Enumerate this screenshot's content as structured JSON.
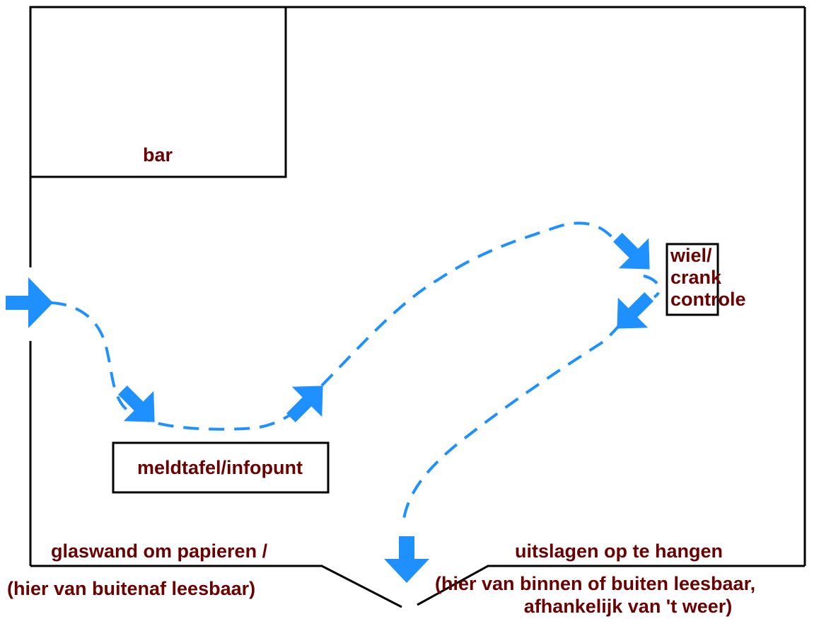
{
  "colors": {
    "label": "#6b0000",
    "path": "#1e90ff",
    "line": "#000000"
  },
  "labels": {
    "bar": "bar",
    "meldtafel": "meldtafel/infopunt",
    "wheel": [
      "wiel/",
      "crank",
      "controle"
    ],
    "glass_left": "glaswand om papieren /",
    "glass_right": "uitslagen op te hangen",
    "read_outside": "(hier van buitenaf leesbaar)",
    "read_inside_1": "(hier van binnen of buiten leesbaar,",
    "read_inside_2": "afhankelijk van 't weer)"
  },
  "icons": {
    "arrow": "arrow-icon"
  }
}
